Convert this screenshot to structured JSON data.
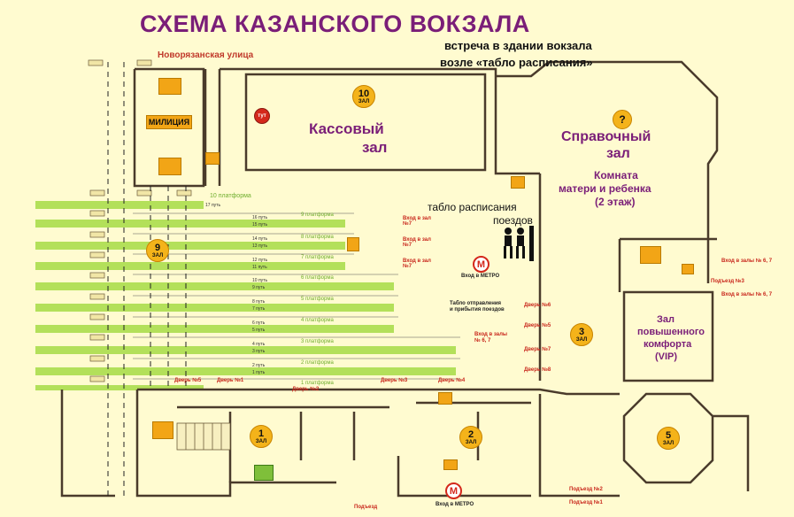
{
  "title": "СХЕМА КАЗАНСКОГО ВОКЗАЛА",
  "meeting_note": [
    "встреча в здании вокзала",
    "возле «табло расписания»"
  ],
  "street": "Новорязанская улица",
  "police": "МИЛИЦИЯ",
  "tut": "тут",
  "board_label": [
    "табло расписания",
    "поездов"
  ],
  "halls": {
    "ticket": [
      "Кассовый",
      "зал"
    ],
    "info": [
      "Справочный",
      "зал"
    ],
    "mother_child": [
      "Комната",
      "матери и ребенка",
      "(2 этаж)"
    ],
    "vip": [
      "Зал",
      "повышенного",
      "комфорта",
      "(VIP)"
    ]
  },
  "hall_circles": [
    {
      "num": "10",
      "label": "ЗАЛ"
    },
    {
      "num": "9",
      "label": "ЗАЛ"
    },
    {
      "num": "3",
      "label": "ЗАЛ"
    },
    {
      "num": "1",
      "label": "ЗАЛ"
    },
    {
      "num": "2",
      "label": "ЗАЛ"
    },
    {
      "num": "5",
      "label": "ЗАЛ"
    }
  ],
  "platforms": [
    "10 платформа",
    "9 платформа",
    "8 платформа",
    "7 платформа",
    "6 платформа",
    "5 платформа",
    "4 платформа",
    "3 платформа",
    "2 платформа",
    "1 платформа"
  ],
  "paths": [
    "17 путь",
    "16 путь",
    "15 путь",
    "14 путь",
    "13 путь",
    "12 путь",
    "11 путь",
    "10 путь",
    "9 путь",
    "8 путь",
    "7 путь",
    "6 путь",
    "5 путь",
    "4 путь",
    "3 путь",
    "2 путь",
    "1 путь"
  ],
  "entrances": [
    "Вход в зал №7",
    "Вход в зал №7",
    "Вход в зал №7"
  ],
  "metro": {
    "symbol": "М",
    "label": "Вход в МЕТРО"
  },
  "board_departures": [
    "Табло отправления",
    "и прибытия поездов"
  ],
  "entry_halls_67": [
    "Вход в залы",
    "№ 6, 7"
  ],
  "exits": [
    "Дверь №6",
    "Дверь №5",
    "Дверь №7",
    "Дверь №8",
    "Дверь №1",
    "Дверь №2",
    "Дверь №3",
    "Дверь №4",
    "Дверь №5"
  ],
  "right_labels": [
    "Вход в залы № 6, 7",
    "Подъезд №3",
    "Вход в залы № 6, 7"
  ],
  "bottom_labels": [
    "Подъезд №2",
    "Подъезд",
    "Подъезд №1"
  ],
  "colors": {
    "bg": "#fffbd0",
    "title": "#7a1e78",
    "platform": "#b3e05a",
    "wall": "#4a3b2b",
    "circle": "#f4b31a",
    "metro": "#d4281b"
  }
}
